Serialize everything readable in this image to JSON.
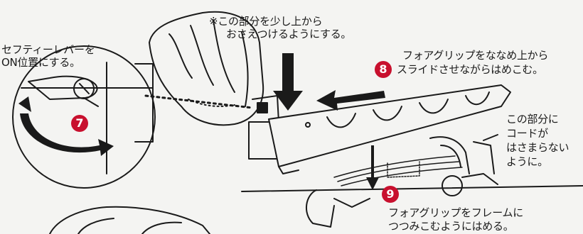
{
  "callouts": {
    "safety_lever": [
      "セフティーレバーを",
      "ON位置にする。"
    ],
    "press_note": [
      "※この部分を少し上から",
      "おさえつけるようにする。"
    ],
    "step8_text": [
      "フォアグリップをななめ上から",
      "スライドさせながらはめこむ。"
    ],
    "cord_note": [
      "この部分に",
      "コードが",
      "はさまらない",
      "ように。"
    ],
    "step9_text": [
      "フォアグリップをフレームに",
      "つつみこむようにはめる。"
    ]
  },
  "steps": {
    "seven": "7",
    "eight": "8",
    "nine": "9"
  },
  "colors": {
    "step_badge": "#c8102e",
    "ink": "#1a1a1a",
    "paper": "#f4f4f2"
  },
  "icons": [
    "curved-arrow-icon",
    "down-arrow-icon",
    "left-arrow-icon"
  ]
}
